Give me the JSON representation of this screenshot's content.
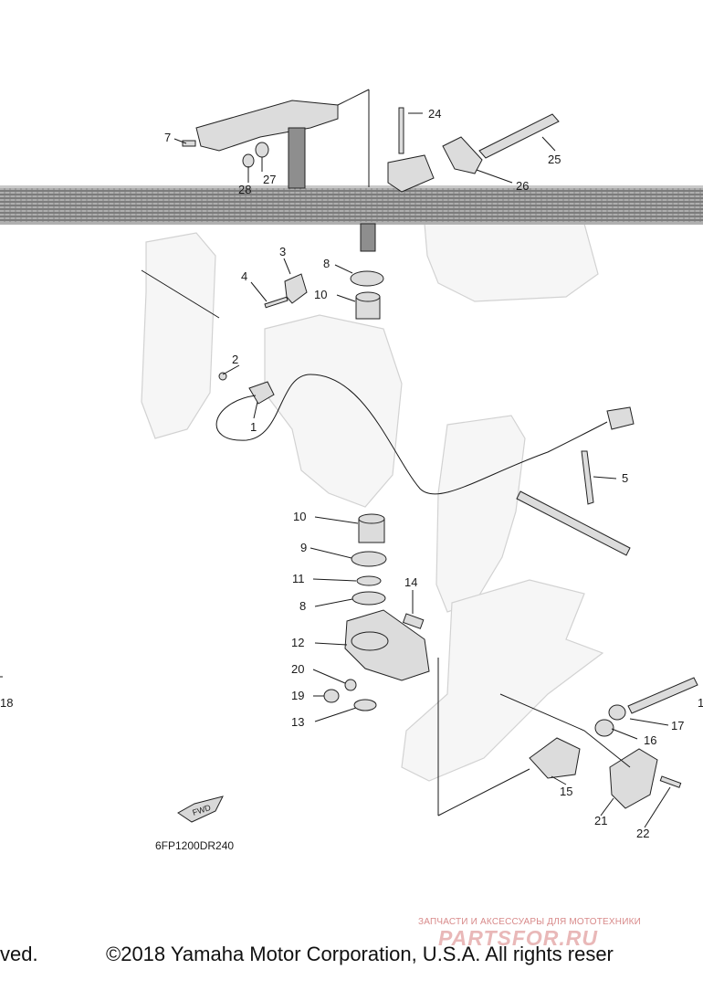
{
  "diagram": {
    "callouts": [
      {
        "id": "1",
        "label": "1"
      },
      {
        "id": "2",
        "label": "2"
      },
      {
        "id": "3",
        "label": "3"
      },
      {
        "id": "4",
        "label": "4"
      },
      {
        "id": "5",
        "label": "5"
      },
      {
        "id": "7",
        "label": "7"
      },
      {
        "id": "8a",
        "label": "8"
      },
      {
        "id": "8b",
        "label": "8"
      },
      {
        "id": "9",
        "label": "9"
      },
      {
        "id": "10a",
        "label": "10"
      },
      {
        "id": "10b",
        "label": "10"
      },
      {
        "id": "11",
        "label": "11"
      },
      {
        "id": "12",
        "label": "12"
      },
      {
        "id": "13",
        "label": "13"
      },
      {
        "id": "14",
        "label": "14"
      },
      {
        "id": "15",
        "label": "15"
      },
      {
        "id": "16",
        "label": "16"
      },
      {
        "id": "17",
        "label": "17"
      },
      {
        "id": "18",
        "label": "18"
      },
      {
        "id": "19",
        "label": "19"
      },
      {
        "id": "20",
        "label": "20"
      },
      {
        "id": "21",
        "label": "21"
      },
      {
        "id": "22",
        "label": "22"
      },
      {
        "id": "24",
        "label": "24"
      },
      {
        "id": "25",
        "label": "25"
      },
      {
        "id": "26",
        "label": "26"
      },
      {
        "id": "27",
        "label": "27"
      },
      {
        "id": "28",
        "label": "28"
      },
      {
        "id": "edge",
        "label": "1"
      }
    ],
    "fwd_label": "FWD",
    "diagram_code": "6FP1200DR240"
  },
  "footer": {
    "left_fragment": "ved.",
    "copyright": "©2018 Yamaha Motor Corporation, U.S.A. All rights reser"
  },
  "watermark": {
    "tagline": "ЗАПЧАСТИ И АКСЕССУАРЫ ДЛЯ МОТОТЕХНИКИ",
    "logo": "PARTSFOR.RU"
  },
  "colors": {
    "line": "#1a1a1a",
    "ghost_fill": "#f6f6f6",
    "watermark": "#e9b8b8"
  }
}
